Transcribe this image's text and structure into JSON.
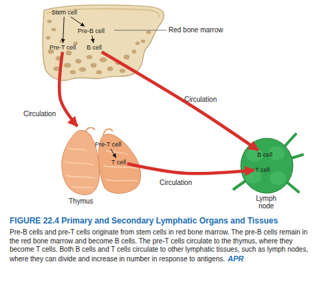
{
  "diagram": {
    "title": "FIGURE 22.4 Primary and Secondary Lymphatic Organs and Tissues",
    "caption": "Pre-B cells and pre-T cells originate from stem cells in red bone marrow. The pre-B cells remain in the red bone marrow and become B cells. The pre-T cells circulate to the thymus, where they become T cells. Both B cells and T cells circulate to other lymphatic tissues, such as lymph nodes, where they can divide and increase in number in response to antigens.",
    "nodes": [
      {
        "text": [
          "Red bone marrow"
        ]
      },
      {
        "text": [
          "Stem cell"
        ],
        "in": 0
      },
      {
        "text": [
          "Pre-B cell"
        ],
        "in": 0
      },
      {
        "text": [
          "Pre-T cell"
        ],
        "in": 0
      },
      {
        "text": [
          "B cell"
        ],
        "in": 0
      },
      {
        "text": [
          "Thymus"
        ]
      },
      {
        "text": [
          "Pre-T cell"
        ],
        "in": 5
      },
      {
        "text": [
          "T cell"
        ],
        "in": 5
      },
      {
        "text": [
          "Lymph node"
        ]
      },
      {
        "text": [
          "B cell"
        ],
        "in": 8
      },
      {
        "text": [
          "T cell"
        ],
        "in": 8
      }
    ],
    "edges": [
      {
        "from": 1,
        "to": 2,
        "arrow": "to"
      },
      {
        "from": 1,
        "to": 3,
        "arrow": "to"
      },
      {
        "from": 2,
        "to": 4,
        "arrow": "to"
      },
      {
        "from": 3,
        "to": 5,
        "label": "Circulation",
        "arrow": "to"
      },
      {
        "from": 4,
        "to": 9,
        "label": "Circulation",
        "arrow": "to"
      },
      {
        "from": 7,
        "to": 10,
        "label": "Circulation",
        "arrow": "to"
      },
      {
        "from": 6,
        "to": 7,
        "arrow": "to"
      }
    ],
    "labels": [
      "APR"
    ]
  }
}
